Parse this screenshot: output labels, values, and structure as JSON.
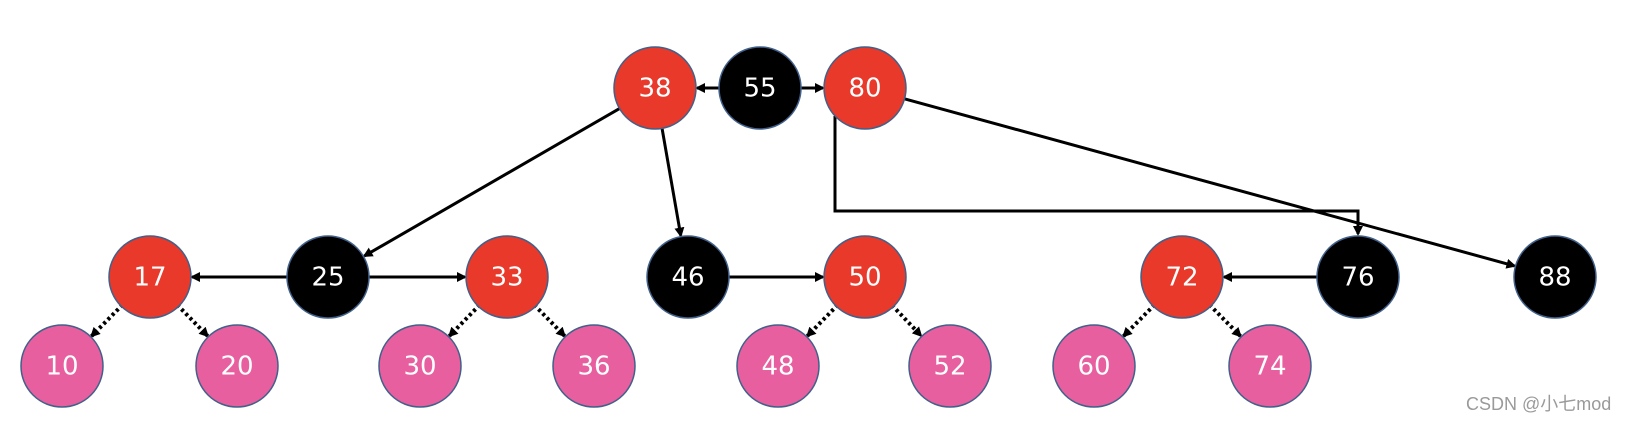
{
  "colors": {
    "red": "#e8392a",
    "black": "#000000",
    "pink": "#e85fa0",
    "node_border": "#41608a",
    "edge": "#000000"
  },
  "nodes": [
    {
      "id": "n38",
      "label": "38",
      "color": "red"
    },
    {
      "id": "n55",
      "label": "55",
      "color": "black"
    },
    {
      "id": "n80",
      "label": "80",
      "color": "red"
    },
    {
      "id": "n17",
      "label": "17",
      "color": "red"
    },
    {
      "id": "n25",
      "label": "25",
      "color": "black"
    },
    {
      "id": "n33",
      "label": "33",
      "color": "red"
    },
    {
      "id": "n46",
      "label": "46",
      "color": "black"
    },
    {
      "id": "n50",
      "label": "50",
      "color": "red"
    },
    {
      "id": "n72",
      "label": "72",
      "color": "red"
    },
    {
      "id": "n76",
      "label": "76",
      "color": "black"
    },
    {
      "id": "n88",
      "label": "88",
      "color": "black"
    },
    {
      "id": "n10",
      "label": "10",
      "color": "pink"
    },
    {
      "id": "n20",
      "label": "20",
      "color": "pink"
    },
    {
      "id": "n30",
      "label": "30",
      "color": "pink"
    },
    {
      "id": "n36",
      "label": "36",
      "color": "pink"
    },
    {
      "id": "n48",
      "label": "48",
      "color": "pink"
    },
    {
      "id": "n52",
      "label": "52",
      "color": "pink"
    },
    {
      "id": "n60",
      "label": "60",
      "color": "pink"
    },
    {
      "id": "n74",
      "label": "74",
      "color": "pink"
    }
  ],
  "edges": [
    {
      "from": "n55",
      "to": "n38",
      "style": "solid"
    },
    {
      "from": "n55",
      "to": "n80",
      "style": "solid"
    },
    {
      "from": "n38",
      "to": "n25",
      "style": "solid"
    },
    {
      "from": "n38",
      "to": "n46",
      "style": "solid"
    },
    {
      "from": "n80",
      "to": "n76",
      "style": "solid"
    },
    {
      "from": "n80",
      "to": "n88",
      "style": "solid"
    },
    {
      "from": "n25",
      "to": "n17",
      "style": "solid"
    },
    {
      "from": "n25",
      "to": "n33",
      "style": "solid"
    },
    {
      "from": "n46",
      "to": "n50",
      "style": "solid"
    },
    {
      "from": "n76",
      "to": "n72",
      "style": "solid"
    },
    {
      "from": "n17",
      "to": "n10",
      "style": "dotted"
    },
    {
      "from": "n17",
      "to": "n20",
      "style": "dotted"
    },
    {
      "from": "n33",
      "to": "n30",
      "style": "dotted"
    },
    {
      "from": "n33",
      "to": "n36",
      "style": "dotted"
    },
    {
      "from": "n50",
      "to": "n48",
      "style": "dotted"
    },
    {
      "from": "n50",
      "to": "n52",
      "style": "dotted"
    },
    {
      "from": "n72",
      "to": "n60",
      "style": "dotted"
    },
    {
      "from": "n72",
      "to": "n74",
      "style": "dotted"
    }
  ],
  "watermark": "CSDN @小七mod"
}
